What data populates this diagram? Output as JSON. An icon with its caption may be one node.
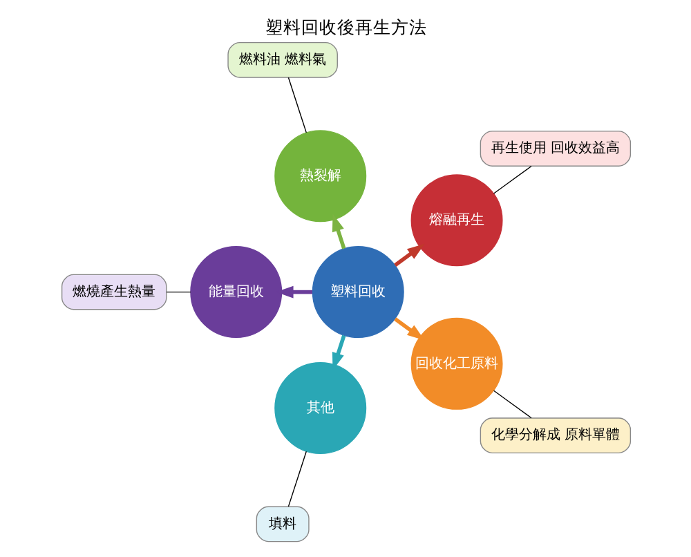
{
  "diagram": {
    "title": "塑料回收後再生方法",
    "nodes": [
      {
        "text": [
          "塑料回收"
        ]
      },
      {
        "text": [
          "熔融再生"
        ]
      },
      {
        "text": [
          "熱裂解"
        ]
      },
      {
        "text": [
          "能量回收"
        ]
      },
      {
        "text": [
          "其他"
        ]
      },
      {
        "text": [
          "回收化工原料"
        ]
      },
      {
        "text": [
          "再生使用 回收效益高"
        ]
      },
      {
        "text": [
          "化學分解成 原料單體"
        ]
      },
      {
        "text": [
          "燃料油 燃料氣"
        ]
      },
      {
        "text": [
          "燃燒產生熱量"
        ]
      },
      {
        "text": [
          "填料"
        ]
      }
    ],
    "edges": [
      {
        "from": 0,
        "to": 1,
        "arrow": "to",
        "style": "thick",
        "color": "#c0392b"
      },
      {
        "from": 0,
        "to": 2,
        "arrow": "to",
        "style": "thick",
        "color": "#7cb342"
      },
      {
        "from": 0,
        "to": 3,
        "arrow": "to",
        "style": "thick",
        "color": "#6a3d9a"
      },
      {
        "from": 0,
        "to": 4,
        "arrow": "to",
        "style": "thick",
        "color": "#2aa7b5"
      },
      {
        "from": 0,
        "to": 5,
        "arrow": "to",
        "style": "thick",
        "color": "#f28c28"
      },
      {
        "from": 6,
        "to": 1,
        "arrow": "none"
      },
      {
        "from": 7,
        "to": 5,
        "arrow": "none"
      },
      {
        "from": 8,
        "to": 2,
        "arrow": "none"
      },
      {
        "from": 9,
        "to": 3,
        "arrow": "none"
      },
      {
        "from": 10,
        "to": 4,
        "arrow": "none"
      }
    ]
  }
}
